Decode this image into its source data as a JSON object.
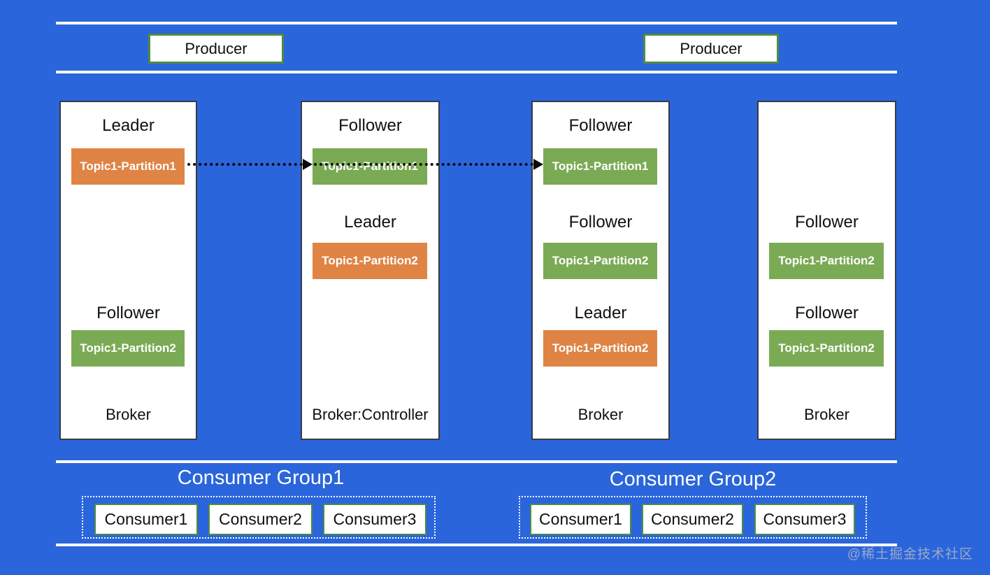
{
  "diagram": {
    "producers": [
      {
        "label": "Producer"
      },
      {
        "label": "Producer"
      }
    ],
    "brokers": [
      {
        "footer": "Broker",
        "sections": [
          {
            "role": "Leader",
            "partition": "Topic1-Partition1",
            "kind": "leader"
          },
          {
            "role": "Follower",
            "partition": "Topic1-Partition2",
            "kind": "follower"
          }
        ]
      },
      {
        "footer": "Broker:Controller",
        "sections": [
          {
            "role": "Follower",
            "partition": "Topic1-Partition1",
            "kind": "follower"
          },
          {
            "role": "Leader",
            "partition": "Topic1-Partition2",
            "kind": "leader"
          }
        ]
      },
      {
        "footer": "Broker",
        "sections": [
          {
            "role": "Follower",
            "partition": "Topic1-Partition1",
            "kind": "follower"
          },
          {
            "role": "Follower",
            "partition": "Topic1-Partition2",
            "kind": "follower"
          },
          {
            "role": "Leader",
            "partition": "Topic1-Partition2",
            "kind": "leader"
          }
        ]
      },
      {
        "footer": "Broker",
        "sections": [
          {
            "role": "Follower",
            "partition": "Topic1-Partition2",
            "kind": "follower"
          },
          {
            "role": "Follower",
            "partition": "Topic1-Partition2",
            "kind": "follower"
          }
        ]
      }
    ],
    "consumer_groups": [
      {
        "title": "Consumer Group1",
        "consumers": [
          "Consumer1",
          "Consumer2",
          "Consumer3"
        ]
      },
      {
        "title": "Consumer Group2",
        "consumers": [
          "Consumer1",
          "Consumer2",
          "Consumer3"
        ]
      }
    ],
    "watermark": "@稀土掘金技术社区",
    "colors": {
      "background": "#2A65DB",
      "leader_partition": "#DF8445",
      "follower_partition": "#7BAA55",
      "producer_consumer_border": "#4E8C3F",
      "broker_border": "#3A3A44",
      "separator_line": "#FFFFFF",
      "arrow": "#0B0B0B"
    }
  }
}
